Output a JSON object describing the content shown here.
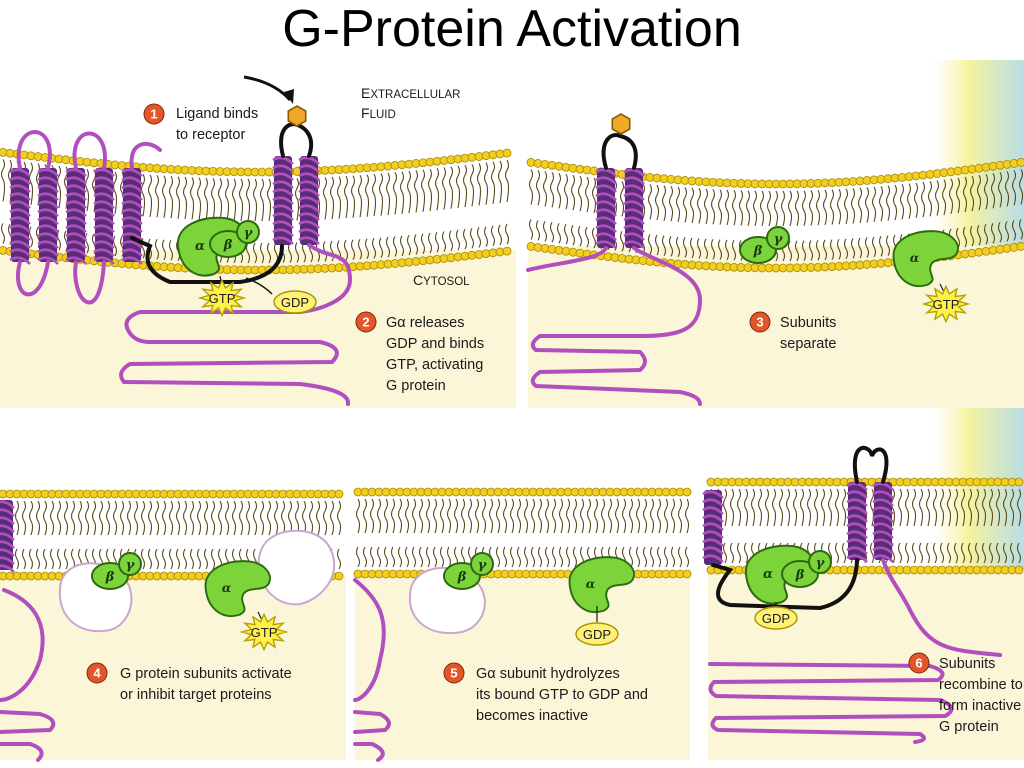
{
  "title": "G-Protein Activation",
  "regions": {
    "extracellular_line1": "Extracellular",
    "extracellular_line2": "Fluid",
    "cytosol": "Cytosol"
  },
  "steps": [
    {
      "number": "1",
      "lines": [
        "Ligand binds",
        "to receptor"
      ]
    },
    {
      "number": "2",
      "lines": [
        "Gα releases",
        "GDP and binds",
        "GTP, activating",
        "G protein"
      ]
    },
    {
      "number": "3",
      "lines": [
        "Subunits",
        "separate"
      ]
    },
    {
      "number": "4",
      "lines": [
        "G protein subunits activate",
        "or inhibit target proteins"
      ]
    },
    {
      "number": "5",
      "lines": [
        "Gα subunit hydrolyzes",
        "its bound GTP to GDP and",
        "becomes inactive"
      ]
    },
    {
      "number": "6",
      "lines": [
        "Subunits",
        "recombine to",
        "form inactive",
        "G protein"
      ]
    }
  ],
  "subunits": {
    "alpha": "α",
    "beta": "β",
    "gamma": "γ"
  },
  "nucleotides": {
    "gtp": "GTP",
    "gdp": "GDP"
  },
  "colors": {
    "membrane_head": "#f2cf1c",
    "membrane_tail": "#5a4a1a",
    "cytosol_bg": "#fbf6d8",
    "receptor_fill": "#5a2d79",
    "receptor_stroke": "#b24fbf",
    "subunit_green": "#7cd43a",
    "ligand": "#f0a92a",
    "step_badge": "#e2562a",
    "gtp_star": "#fff04a",
    "gdp_oval": "#fff176",
    "right_edge": "#b8dde6"
  }
}
